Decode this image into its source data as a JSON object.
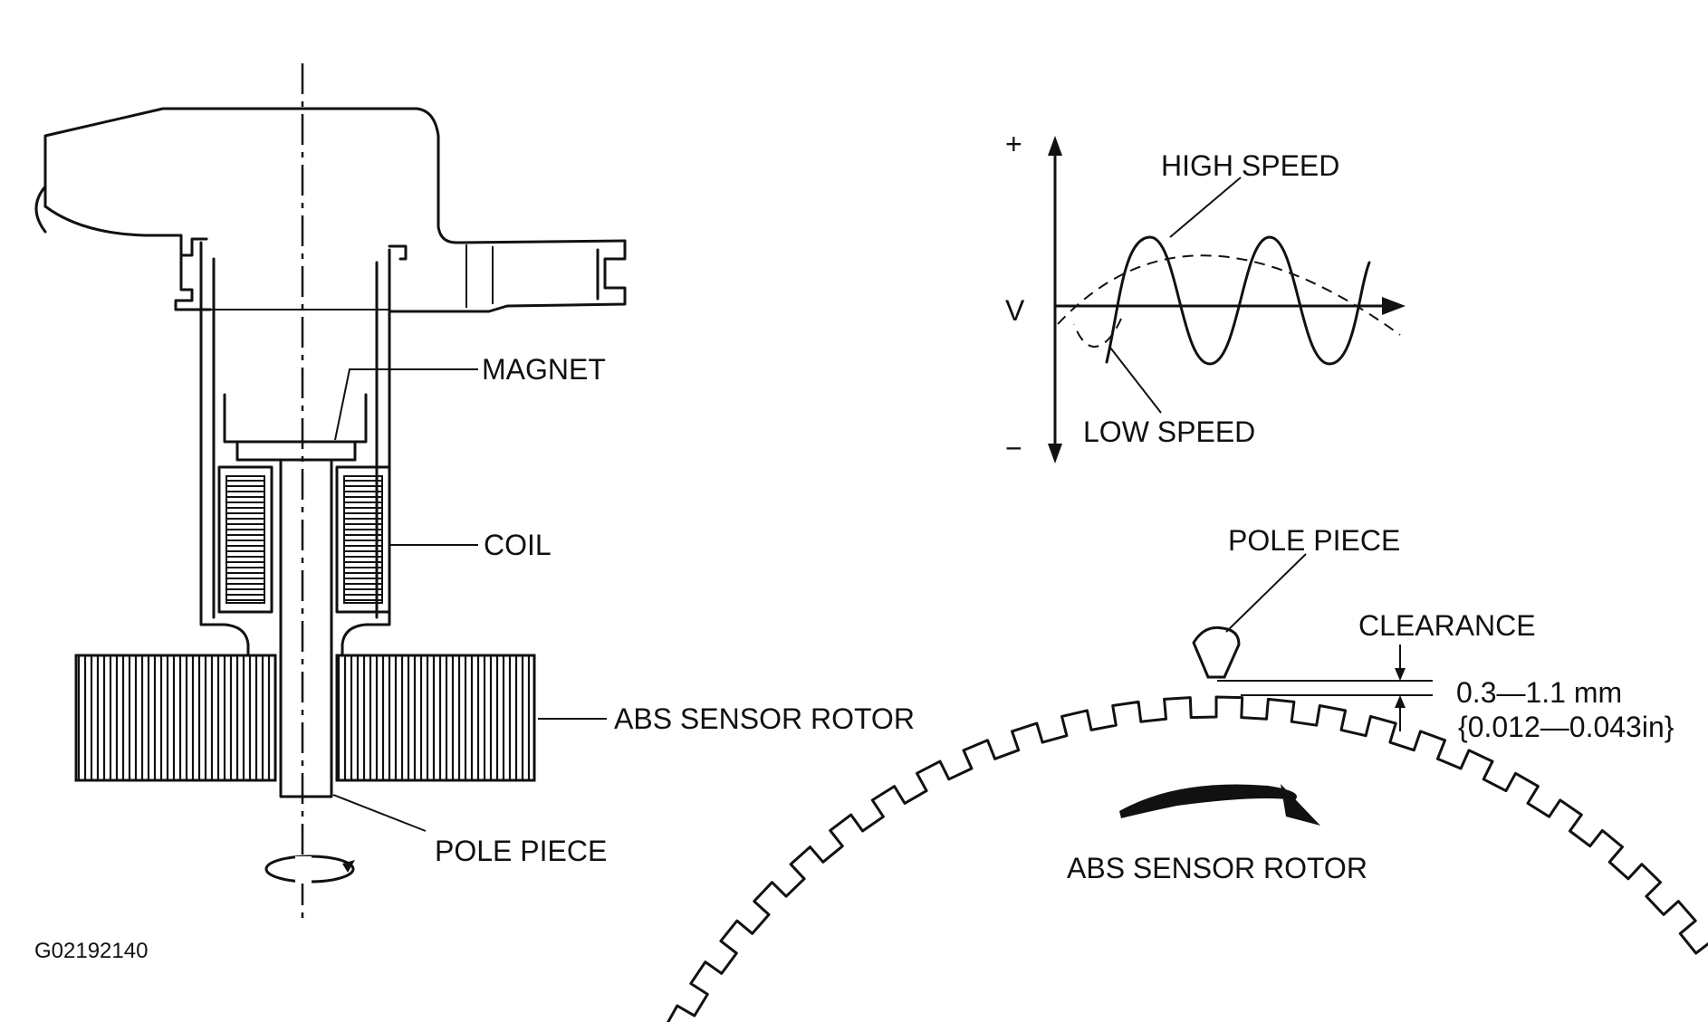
{
  "labels": {
    "magnet": "MAGNET",
    "coil": "COIL",
    "abs_rotor_left": "ABS SENSOR ROTOR",
    "pole_piece_left": "POLE PIECE",
    "high_speed": "HIGH SPEED",
    "low_speed": "LOW SPEED",
    "voltage": "V",
    "plus": "+",
    "minus": "−",
    "pole_piece_right": "POLE PIECE",
    "clearance": "CLEARANCE",
    "clearance_mm": "0.3—1.1 mm",
    "clearance_in": "{0.012—0.043in}",
    "abs_rotor_right": "ABS SENSOR ROTOR",
    "figure_id": "G02192140"
  }
}
